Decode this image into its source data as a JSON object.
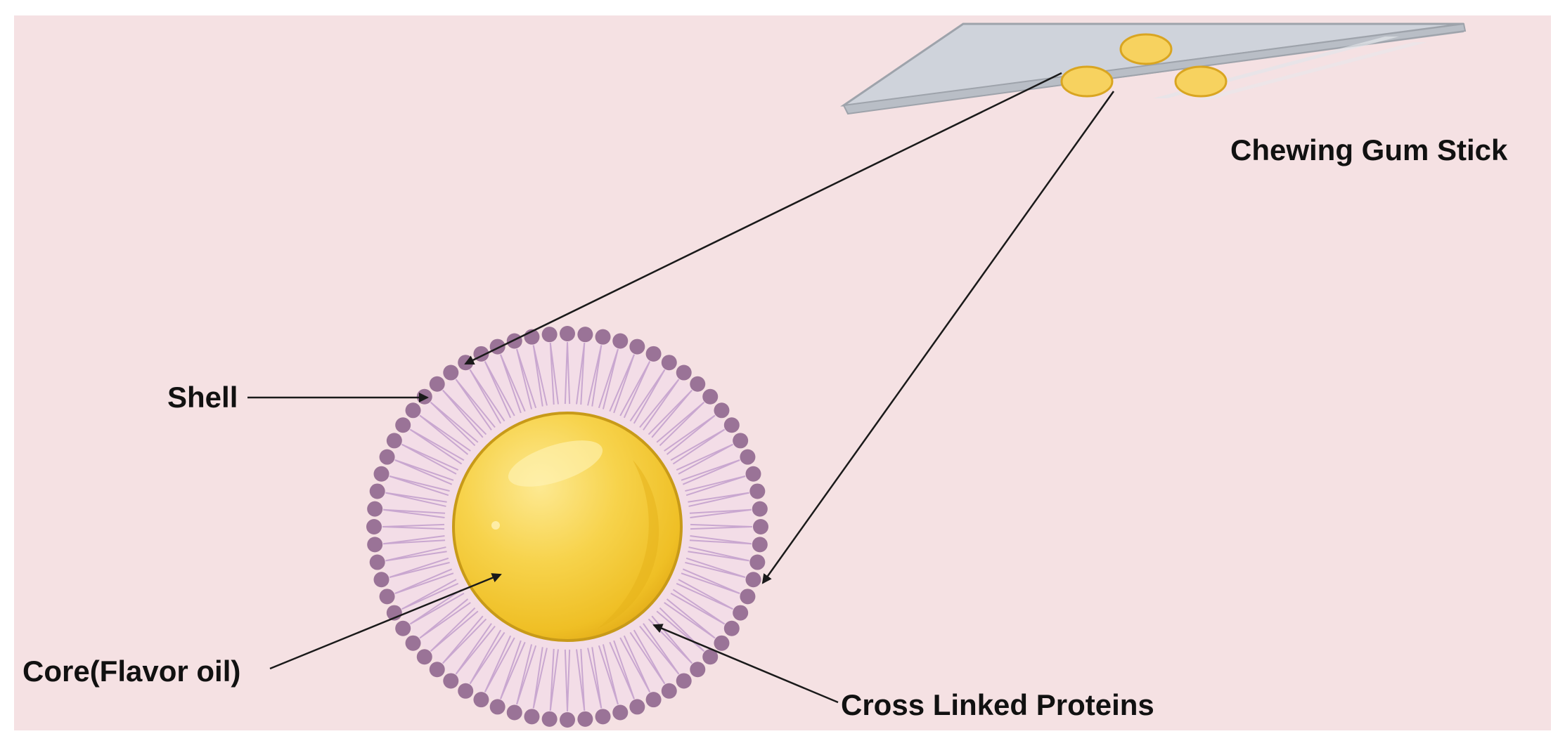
{
  "labels": {
    "gum_stick": "Chewing Gum Stick",
    "shell": "Shell",
    "core": "Core(Flavor oil)",
    "proteins": "Cross Linked Proteins"
  },
  "colors": {
    "background": "#f5e1e3",
    "slide_top": "#cfd3db",
    "slide_edge": "#a9adb5",
    "capsule_fill": "#f7d25f",
    "capsule_stroke": "#d9a521",
    "core_light": "#fbe275",
    "core_mid": "#f4cc3d",
    "core_dark": "#e6b21c",
    "core_stroke": "#c89a18",
    "phospholipid_head": "#9a7397",
    "phospholipid_tail": "#c9a7d0",
    "arrow": "#1a1a1a"
  },
  "icons": {
    "gum_stick": "glass-slide-icon",
    "microcapsule": "microcapsule-icon"
  }
}
